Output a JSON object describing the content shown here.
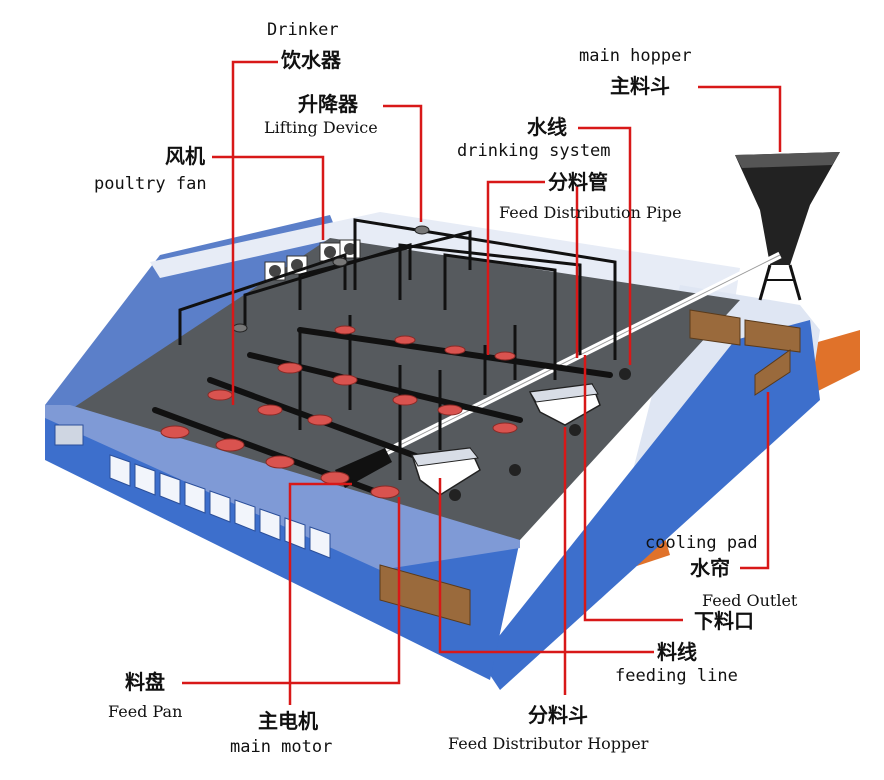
{
  "labels": {
    "drinker": {
      "en": "Drinker",
      "zh": "饮水器"
    },
    "lifting": {
      "zh": "升降器",
      "en": "Lifting Device"
    },
    "fan": {
      "zh": "风机",
      "en": "poultry fan"
    },
    "hopper": {
      "en": "main hopper",
      "zh": "主料斗"
    },
    "water_line": {
      "zh": "水线",
      "en": "drinking system"
    },
    "distrib_pipe": {
      "zh": "分料管",
      "en": "Feed Distribution Pipe"
    },
    "cooling": {
      "en": "cooling pad",
      "zh": "水帘"
    },
    "outlet": {
      "en": "Feed Outlet",
      "zh": "下料口"
    },
    "feed_line": {
      "zh": "料线",
      "en": "feeding line"
    },
    "feed_pan": {
      "zh": "料盘",
      "en": "Feed Pan"
    },
    "motor": {
      "zh": "主电机",
      "en": "main motor"
    },
    "distrib_hop": {
      "zh": "分料斗",
      "en": "Feed Distributor Hopper"
    }
  },
  "colors": {
    "leader": "#d81818",
    "roof": "#5b7fc9",
    "wall_blue": "#3d6fcc",
    "floor": "#565a5e",
    "pan": "#d9534f",
    "pipe": "#111111",
    "cooling_pad": "#9a6a3c",
    "orange_beam": "#e0722a"
  }
}
